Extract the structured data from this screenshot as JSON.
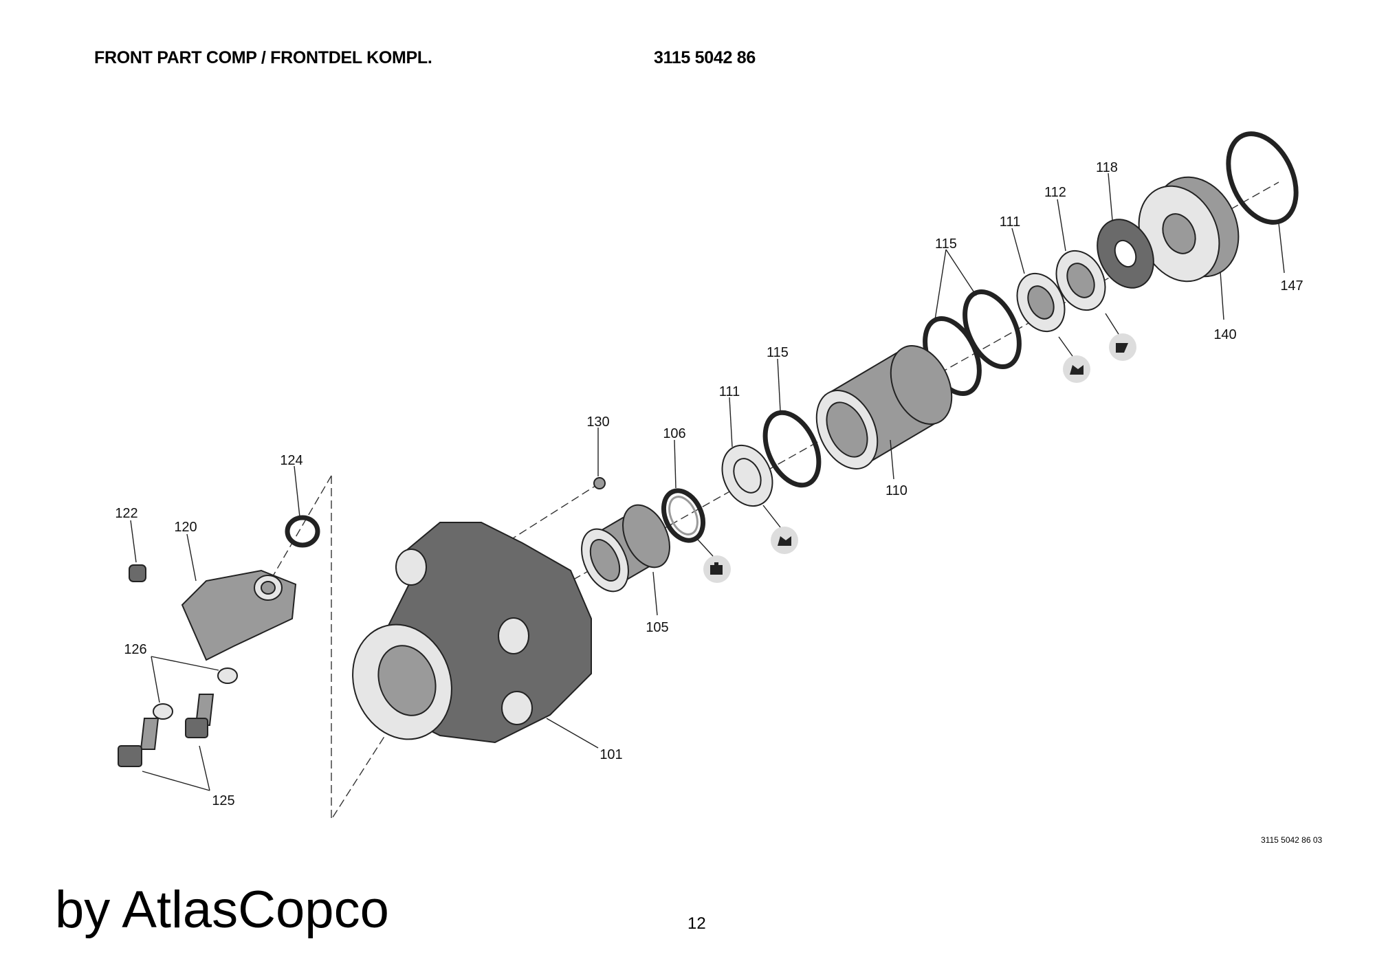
{
  "header": {
    "title": "FRONT PART COMP / FRONTDEL KOMPL.",
    "part_number": "3115 5042 86"
  },
  "diagram": {
    "labels": {
      "p147": "147",
      "p140": "140",
      "p118": "118",
      "p112": "112",
      "p111a": "111",
      "p115a": "115",
      "p115b": "115",
      "p111b": "111",
      "p110": "110",
      "p106": "106",
      "p130": "130",
      "p105": "105",
      "p101": "101",
      "p124": "124",
      "p122": "122",
      "p120": "120",
      "p126": "126",
      "p125": "125"
    },
    "drawing_code": "3115 5042 86 03"
  },
  "footer": {
    "brand": "by AtlasCopco",
    "page_number": "12"
  }
}
